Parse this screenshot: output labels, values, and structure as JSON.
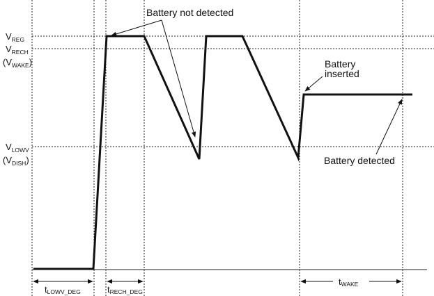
{
  "levels": {
    "vreg": {
      "main": "V",
      "sub": "REG"
    },
    "vrech": {
      "main": "V",
      "sub": "RECH"
    },
    "vwake": {
      "open": "(V",
      "sub": "WAKE",
      "close": ")"
    },
    "vlowv": {
      "main": "V",
      "sub": "LOWV"
    },
    "vdish": {
      "open": "(V",
      "sub": "DISH",
      "close": ")"
    }
  },
  "annotations": {
    "battery_not_detected": "Battery not detected",
    "battery_inserted_line1": "Battery",
    "battery_inserted_line2": "inserted",
    "battery_detected": "Battery detected"
  },
  "timings": {
    "tlowv_deg": {
      "main": "t",
      "sub": "LOWV_DEG"
    },
    "trech_deg": {
      "main": "t",
      "sub": "RECH_DEG"
    },
    "twake": {
      "main": "t",
      "sub": "WAKE"
    }
  }
}
